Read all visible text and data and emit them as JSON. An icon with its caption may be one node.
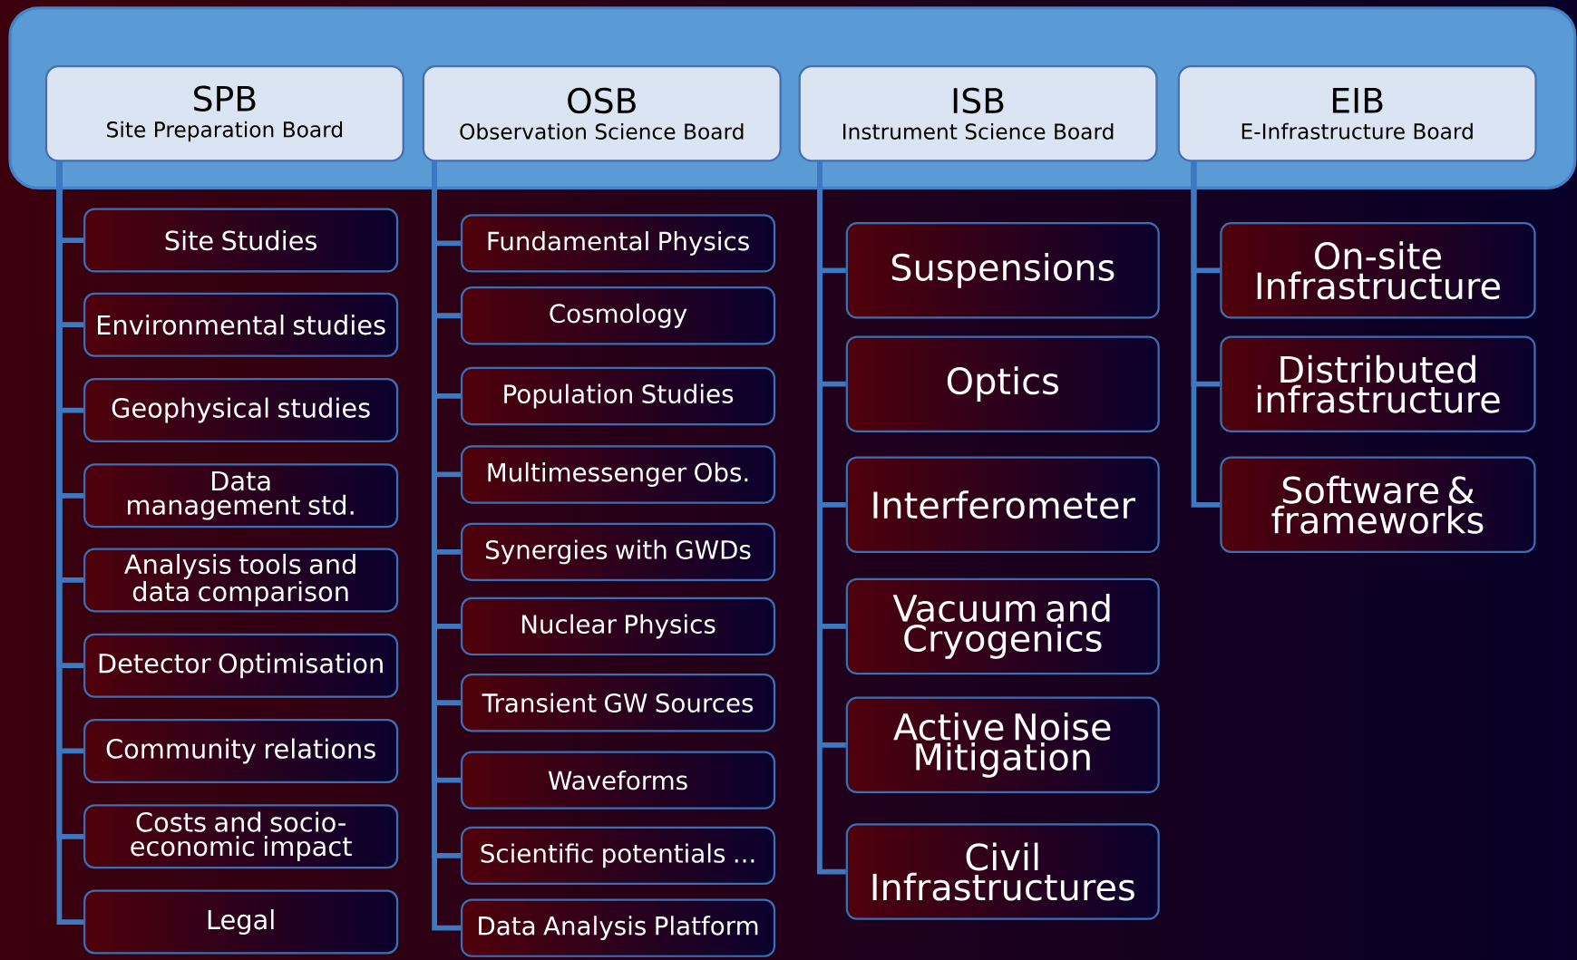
{
  "diagram": {
    "nodes": [
      {
        "text": [],
        "shape": "box"
      },
      {
        "text": [
          "SPB",
          "Site Preparation Board"
        ],
        "in": 0
      },
      {
        "text": [
          "OSB",
          "Observation Science Board"
        ],
        "in": 0
      },
      {
        "text": [
          "ISB",
          "Instrument Science Board"
        ],
        "in": 0
      },
      {
        "text": [
          "EIB",
          "E-Infrastructure Board"
        ],
        "in": 0
      },
      {
        "text": [
          "Site Studies"
        ]
      },
      {
        "text": [
          "Environmental studies"
        ]
      },
      {
        "text": [
          "Geophysical studies"
        ]
      },
      {
        "text": [
          "Data management std."
        ]
      },
      {
        "text": [
          "Analysis tools and data comparison"
        ]
      },
      {
        "text": [
          "Detector Optimisation"
        ]
      },
      {
        "text": [
          "Community relations"
        ]
      },
      {
        "text": [
          "Costs and socio-economic impact"
        ]
      },
      {
        "text": [
          "Legal"
        ]
      },
      {
        "text": [
          "Fundamental Physics"
        ]
      },
      {
        "text": [
          "Cosmology"
        ]
      },
      {
        "text": [
          "Population Studies"
        ]
      },
      {
        "text": [
          "Multimessenger Obs."
        ]
      },
      {
        "text": [
          "Synergies with GWDs"
        ]
      },
      {
        "text": [
          "Nuclear Physics"
        ]
      },
      {
        "text": [
          "Transient GW Sources"
        ]
      },
      {
        "text": [
          "Waveforms"
        ]
      },
      {
        "text": [
          "Scientific potentials ..."
        ]
      },
      {
        "text": [
          "Data Analysis Platform"
        ]
      },
      {
        "text": [
          "Suspensions"
        ]
      },
      {
        "text": [
          "Optics"
        ]
      },
      {
        "text": [
          "Interferometer"
        ]
      },
      {
        "text": [
          "Vacuum and Cryogenics"
        ]
      },
      {
        "text": [
          "Active Noise Mitigation"
        ]
      },
      {
        "text": [
          "Civil Infrastructures"
        ]
      },
      {
        "text": [
          "On-site Infrastructure"
        ]
      },
      {
        "text": [
          "Distributed infrastructure"
        ]
      },
      {
        "text": [
          "Software & frameworks"
        ]
      }
    ],
    "edges": [
      {
        "from": 1,
        "to": 5,
        "arrow": "none"
      },
      {
        "from": 1,
        "to": 6,
        "arrow": "none"
      },
      {
        "from": 1,
        "to": 7,
        "arrow": "none"
      },
      {
        "from": 1,
        "to": 8,
        "arrow": "none"
      },
      {
        "from": 1,
        "to": 9,
        "arrow": "none"
      },
      {
        "from": 1,
        "to": 10,
        "arrow": "none"
      },
      {
        "from": 1,
        "to": 11,
        "arrow": "none"
      },
      {
        "from": 1,
        "to": 12,
        "arrow": "none"
      },
      {
        "from": 1,
        "to": 13,
        "arrow": "none"
      },
      {
        "from": 2,
        "to": 14,
        "arrow": "none"
      },
      {
        "from": 2,
        "to": 15,
        "arrow": "none"
      },
      {
        "from": 2,
        "to": 16,
        "arrow": "none"
      },
      {
        "from": 2,
        "to": 17,
        "arrow": "none"
      },
      {
        "from": 2,
        "to": 18,
        "arrow": "none"
      },
      {
        "from": 2,
        "to": 19,
        "arrow": "none"
      },
      {
        "from": 2,
        "to": 20,
        "arrow": "none"
      },
      {
        "from": 2,
        "to": 21,
        "arrow": "none"
      },
      {
        "from": 2,
        "to": 22,
        "arrow": "none"
      },
      {
        "from": 2,
        "to": 23,
        "arrow": "none"
      },
      {
        "from": 3,
        "to": 24,
        "arrow": "none"
      },
      {
        "from": 3,
        "to": 25,
        "arrow": "none"
      },
      {
        "from": 3,
        "to": 26,
        "arrow": "none"
      },
      {
        "from": 3,
        "to": 27,
        "arrow": "none"
      },
      {
        "from": 3,
        "to": 28,
        "arrow": "none"
      },
      {
        "from": 3,
        "to": 29,
        "arrow": "none"
      },
      {
        "from": 4,
        "to": 30,
        "arrow": "none"
      },
      {
        "from": 4,
        "to": 31,
        "arrow": "none"
      },
      {
        "from": 4,
        "to": 32,
        "arrow": "none"
      }
    ]
  }
}
